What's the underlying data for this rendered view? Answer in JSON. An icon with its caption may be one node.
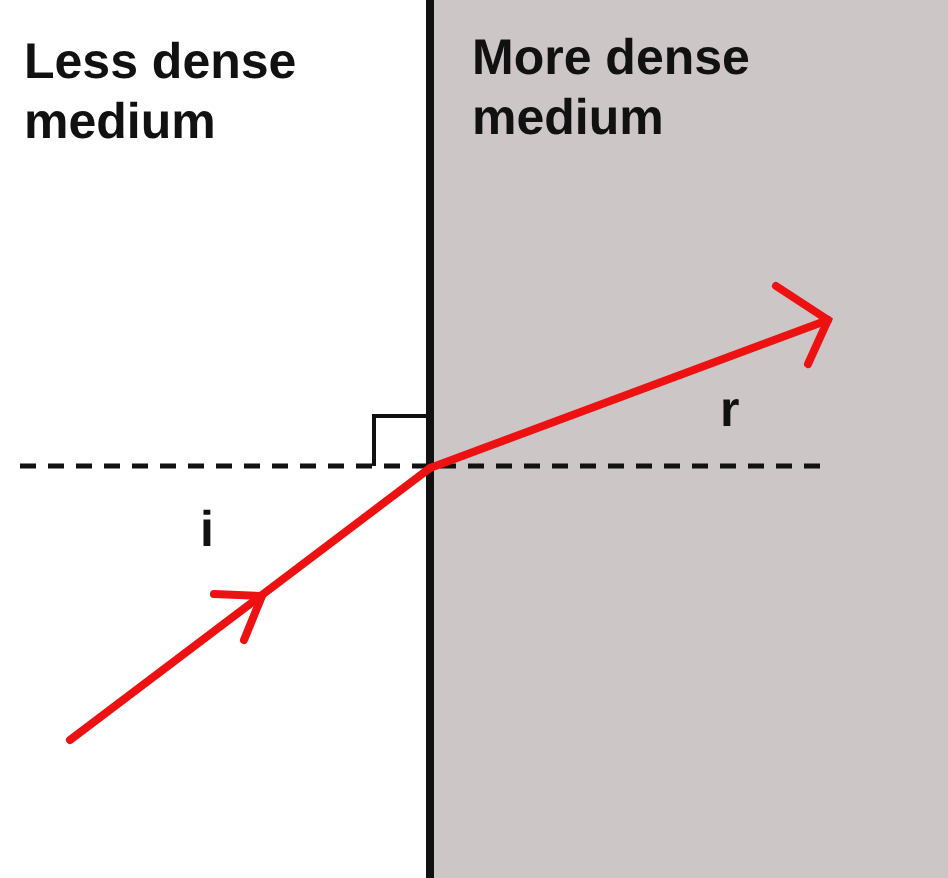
{
  "diagram": {
    "nodes": [
      {
        "text": [
          "More dense medium"
        ]
      }
    ],
    "labels": [
      "Less dense medium",
      "i",
      "r"
    ]
  }
}
